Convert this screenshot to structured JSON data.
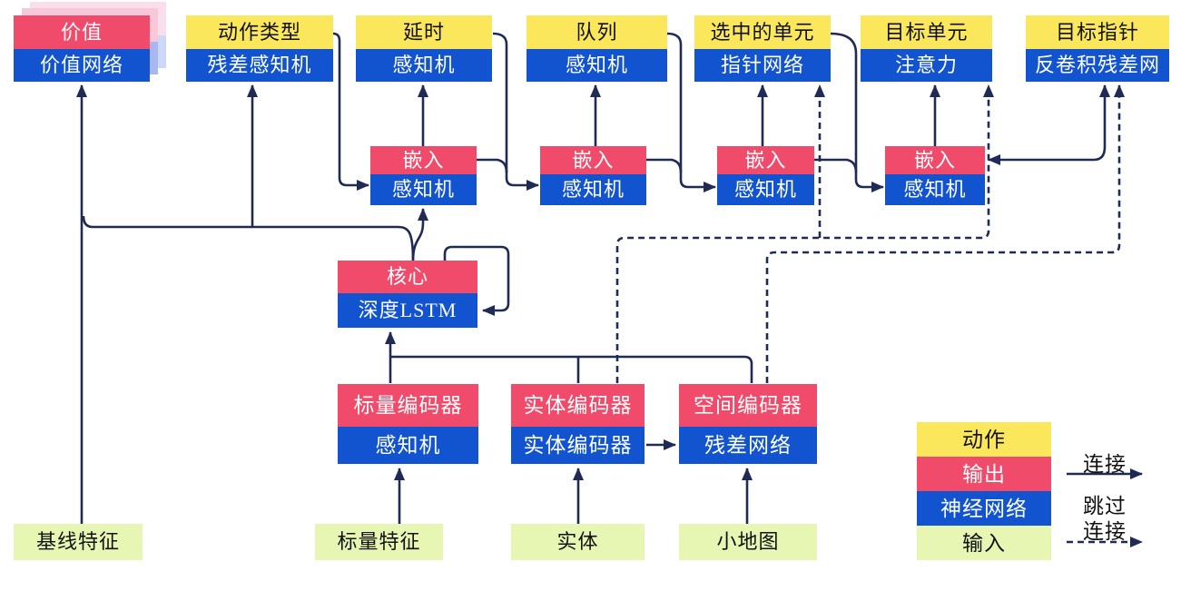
{
  "palette": {
    "action_yellow": "#fbe75b",
    "output_red": "#f14b6b",
    "network_blue": "#1254d0",
    "input_green": "#e7f6b3",
    "line_navy": "#1f2b55",
    "stack_pink": "#f8c8da",
    "stack_pink_light": "#fbdeeb",
    "stack_blue": "#a8b8ef",
    "stack_blue_light": "#cdd7f8"
  },
  "heads": {
    "value": {
      "output": "价值",
      "network": "价值网络"
    },
    "action_type": {
      "action": "动作类型",
      "network": "残差感知机"
    },
    "delay": {
      "action": "延时",
      "network": "感知机"
    },
    "queue": {
      "action": "队列",
      "network": "感知机"
    },
    "selected_units": {
      "action": "选中的单元",
      "network": "指针网络"
    },
    "target_unit": {
      "action": "目标单元",
      "network": "注意力"
    },
    "target_point": {
      "action": "目标指针",
      "network": "反卷积残差网"
    }
  },
  "embedding": {
    "output": "嵌入",
    "network": "感知机"
  },
  "core": {
    "output": "核心",
    "network": "深度LSTM"
  },
  "encoders": {
    "scalar": {
      "output": "标量编码器",
      "network": "感知机"
    },
    "entity": {
      "output": "实体编码器",
      "network": "实体编码器"
    },
    "spatial": {
      "output": "空间编码器",
      "network": "残差网络"
    }
  },
  "inputs": {
    "baseline": "基线特征",
    "scalar": "标量特征",
    "entities": "实体",
    "minimap": "小地图"
  },
  "legend": {
    "action": "动作",
    "output": "输出",
    "network": "神经网络",
    "input": "输入",
    "connection": "连接",
    "skip_line1": "跳过",
    "skip_line2": "连接"
  }
}
